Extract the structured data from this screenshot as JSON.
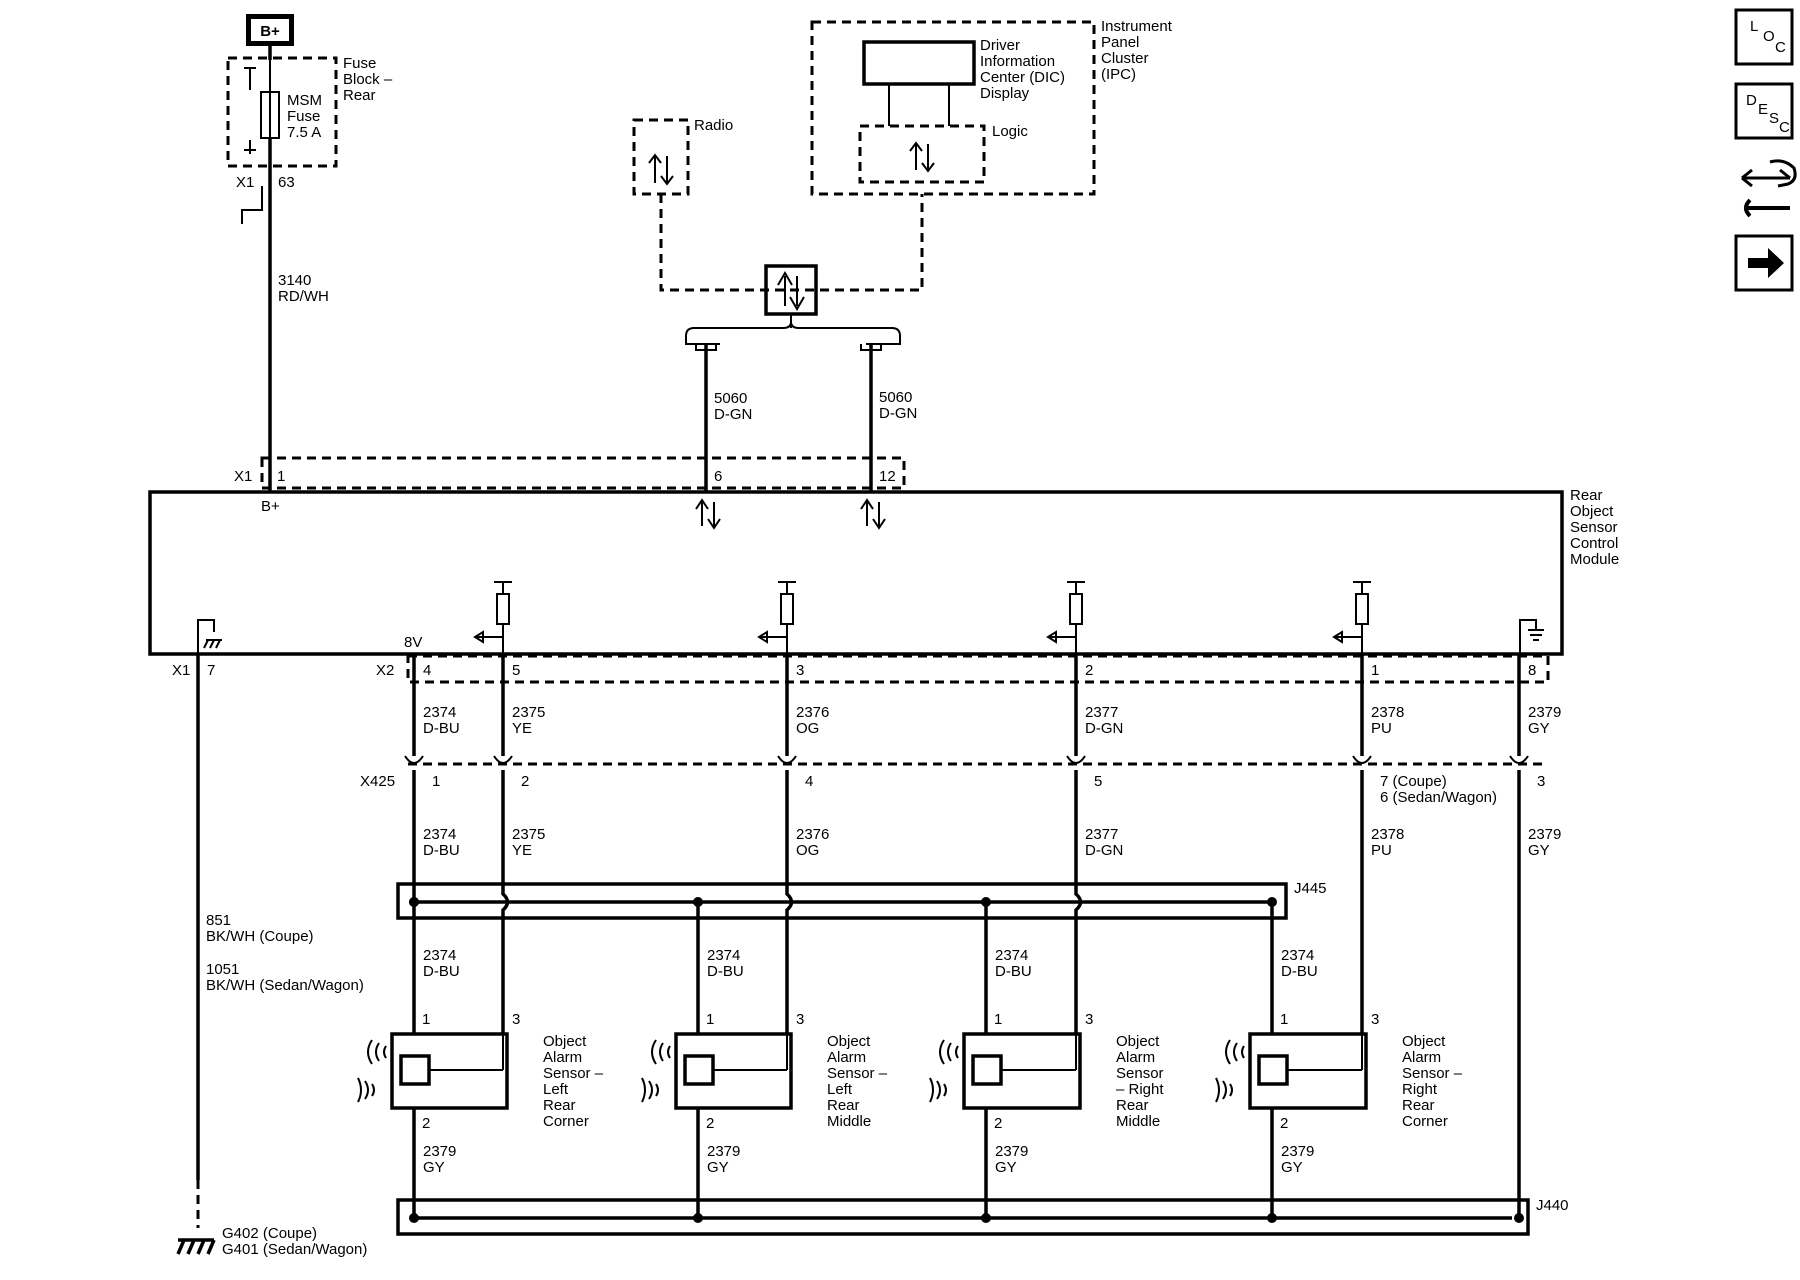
{
  "power": {
    "source": "B+",
    "fuse_block": [
      "Fuse",
      "Block –",
      "Rear"
    ],
    "fuse": [
      "MSM",
      "Fuse",
      "7.5 A"
    ],
    "fuse_connector": "X1",
    "fuse_pin": "63",
    "feed_circuit": "3140",
    "feed_color": "RD/WH"
  },
  "radio": {
    "label": "Radio"
  },
  "ipc": {
    "name": [
      "Instrument",
      "Panel",
      "Cluster",
      "(IPC)"
    ],
    "dic": [
      "Driver",
      "Information",
      "Center (DIC)",
      "Display"
    ],
    "logic": "Logic"
  },
  "serial_data": {
    "left": {
      "circuit": "5060",
      "color": "D-GN",
      "pin": "6"
    },
    "right": {
      "circuit": "5060",
      "color": "D-GN",
      "pin": "12"
    }
  },
  "module": {
    "name": [
      "Rear",
      "Object",
      "Sensor",
      "Control",
      "Module"
    ],
    "x1_label": "X1",
    "x1_pin": "1",
    "b_plus": "B+",
    "ground_connector": "X1",
    "ground_pin": "7",
    "x2_label": "X2",
    "ref_voltage": "8V"
  },
  "ground": {
    "circuit_coupe": "851",
    "color_coupe": "BK/WH (Coupe)",
    "circuit_sedan": "1051",
    "color_sedan": "BK/WH (Sedan/Wagon)",
    "g_coupe": "G402 (Coupe)",
    "g_sedan": "G401 (Sedan/Wagon)"
  },
  "x2_circuits": [
    {
      "pin": "4",
      "circuit": "2374",
      "color": "D-BU",
      "x425_pin": "1"
    },
    {
      "pin": "5",
      "circuit": "2375",
      "color": "YE",
      "x425_pin": "2"
    },
    {
      "pin": "3",
      "circuit": "2376",
      "color": "OG",
      "x425_pin": "4"
    },
    {
      "pin": "2",
      "circuit": "2377",
      "color": "D-GN",
      "x425_pin": "5"
    },
    {
      "pin": "1",
      "circuit": "2378",
      "color": "PU",
      "x425_pin": "7 (Coupe)",
      "x425_pin_alt": "6 (Sedan/Wagon)"
    },
    {
      "pin": "8",
      "circuit": "2379",
      "color": "GY",
      "x425_pin": "3"
    }
  ],
  "x425_label": "X425",
  "splice_top": "J445",
  "splice_bottom": "J440",
  "sensors": [
    {
      "name": [
        "Object",
        "Alarm",
        "Sensor –",
        "Left",
        "Rear",
        "Corner"
      ],
      "pin1": "1",
      "pin2": "2",
      "pin3": "3",
      "feed_circuit": "2374",
      "feed_color": "D-BU",
      "gnd_circuit": "2379",
      "gnd_color": "GY"
    },
    {
      "name": [
        "Object",
        "Alarm",
        "Sensor –",
        "Left",
        "Rear",
        "Middle"
      ],
      "pin1": "1",
      "pin2": "2",
      "pin3": "3",
      "feed_circuit": "2374",
      "feed_color": "D-BU",
      "gnd_circuit": "2379",
      "gnd_color": "GY"
    },
    {
      "name": [
        "Object",
        "Alarm",
        "Sensor",
        "– Right",
        "Rear",
        "Middle"
      ],
      "pin1": "1",
      "pin2": "2",
      "pin3": "3",
      "feed_circuit": "2374",
      "feed_color": "D-BU",
      "gnd_circuit": "2379",
      "gnd_color": "GY"
    },
    {
      "name": [
        "Object",
        "Alarm",
        "Sensor –",
        "Right",
        "Rear",
        "Corner"
      ],
      "pin1": "1",
      "pin2": "2",
      "pin3": "3",
      "feed_circuit": "2374",
      "feed_color": "D-BU",
      "gnd_circuit": "2379",
      "gnd_color": "GY"
    }
  ],
  "nav": {
    "loc": [
      "L",
      "O",
      "C"
    ],
    "desc": [
      "D",
      "E",
      "S",
      "C"
    ]
  }
}
